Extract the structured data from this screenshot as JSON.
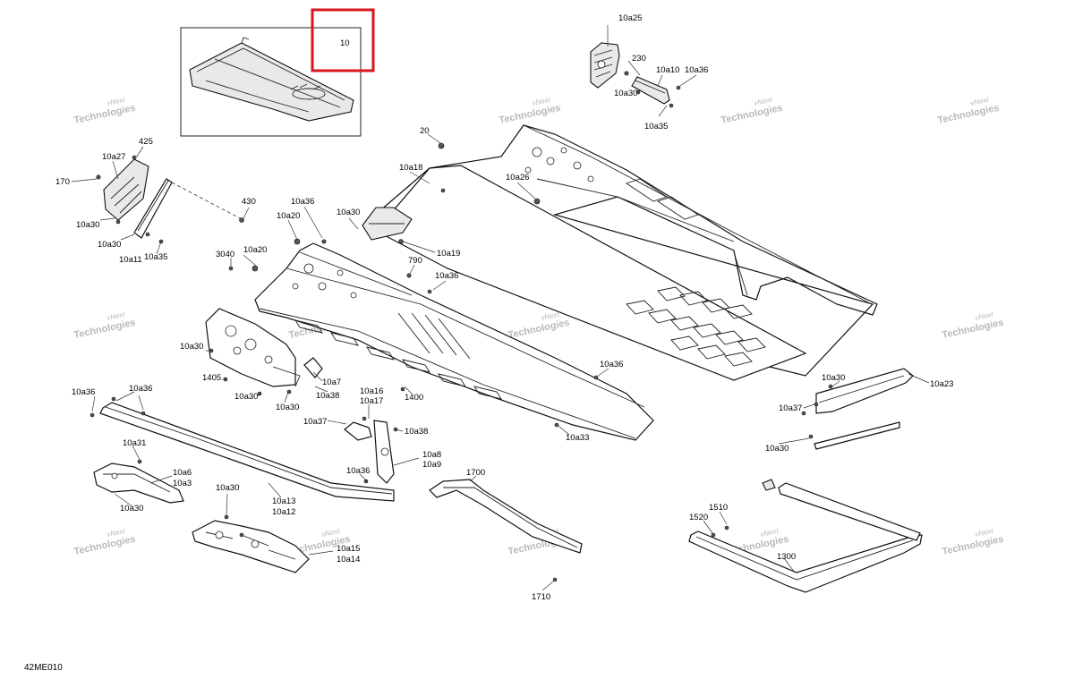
{
  "diagram_code": "42ME010",
  "inset_label": "10",
  "highlight_color": "#d9151b",
  "watermark": {
    "line1": "vNext",
    "line2": "Technologies"
  },
  "labels": {
    "l10a25": "10a25",
    "l230": "230",
    "l10a10": "10a10",
    "l10a36_tr": "10a36",
    "l10a30_tr": "10a30",
    "l10a35_tr": "10a35",
    "l425": "425",
    "l10a27": "10a27",
    "l170": "170",
    "l10a30_l1": "10a30",
    "l10a30_l2": "10a30",
    "l10a11": "10a11",
    "l10a35_l": "10a35",
    "l430": "430",
    "l20": "20",
    "l10a18": "10a18",
    "l10a26": "10a26",
    "l10a36_c": "10a36",
    "l10a30_c": "10a30",
    "l10a20_1": "10a20",
    "l10a19": "10a19",
    "l3040": "3040",
    "l10a20_2": "10a20",
    "l790": "790",
    "l10a36_c2": "10a36",
    "l10a30_m": "10a30",
    "l1405": "1405",
    "l10a30_m2": "10a30",
    "l10a30_m3": "10a30",
    "l10a7": "10a7",
    "l10a38_m": "10a38",
    "l1400": "1400",
    "l10a16": "10a16",
    "l10a17": "10a17",
    "l10a37_m": "10a37",
    "l10a38_m2": "10a38",
    "l10a8": "10a8",
    "l10a9": "10a9",
    "l10a36_m": "10a36",
    "l10a36_r": "10a36",
    "l10a33": "10a33",
    "l10a30_r": "10a30",
    "l10a23": "10a23",
    "l10a37_r": "10a37",
    "l10a30_r2": "10a30",
    "l10a36_ll": "10a36",
    "l10a36_ll2": "10a36",
    "l10a31": "10a31",
    "l10a6": "10a6",
    "l10a3": "10a3",
    "l10a30_ll": "10a30",
    "l10a30_b": "10a30",
    "l10a13": "10a13",
    "l10a12": "10a12",
    "l10a15": "10a15",
    "l10a14": "10a14",
    "l1700": "1700",
    "l1710": "1710",
    "l1510": "1510",
    "l1520": "1520",
    "l1300": "1300"
  }
}
